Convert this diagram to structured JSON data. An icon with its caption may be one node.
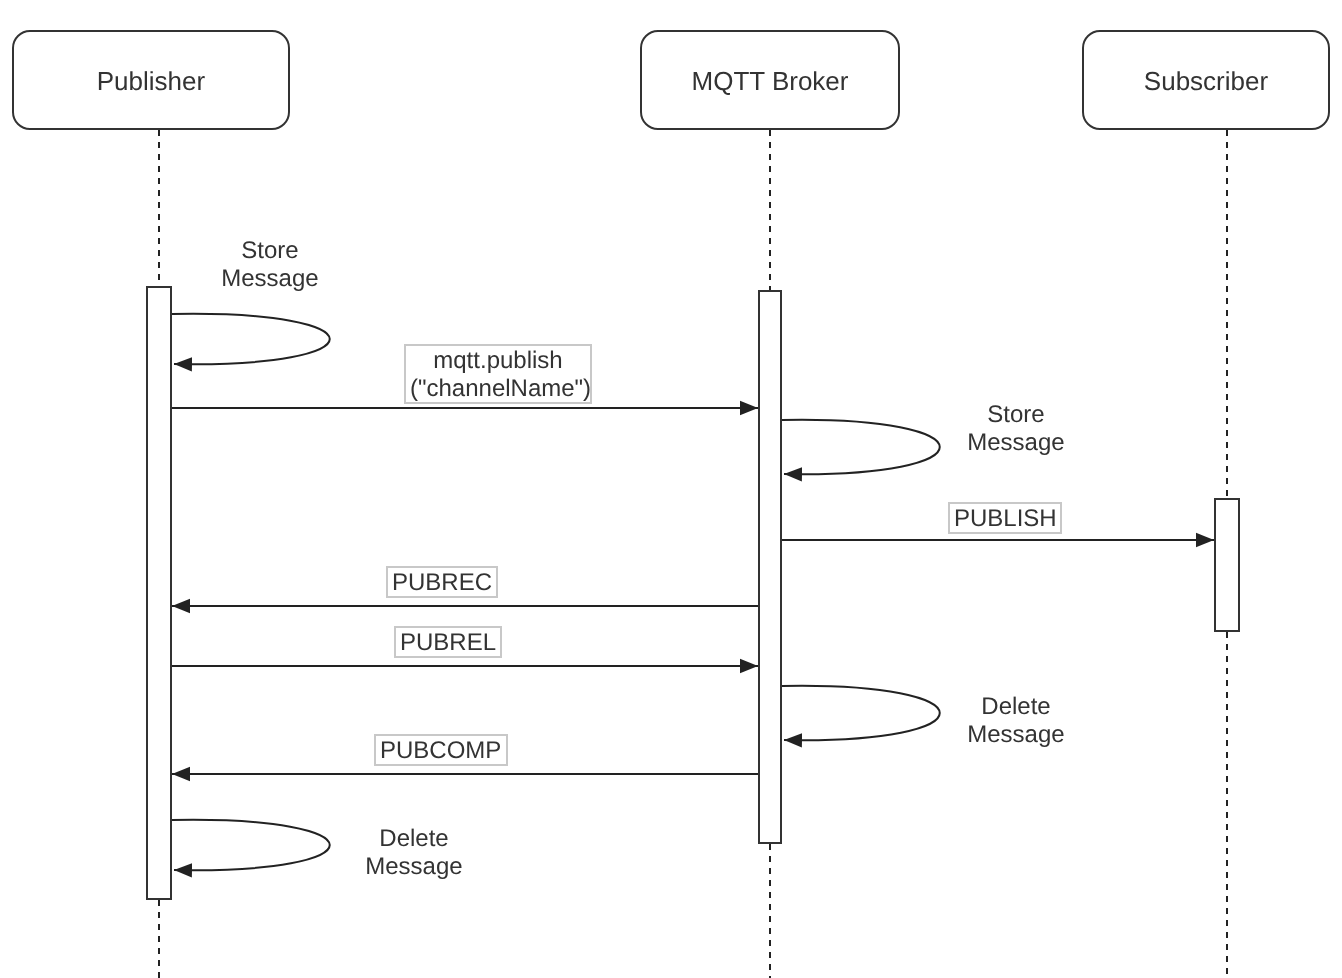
{
  "diagram": {
    "nodes": [
      {
        "text": [
          "Publisher"
        ]
      },
      {
        "text": [
          "MQTT Broker"
        ]
      },
      {
        "text": [
          "Subscriber"
        ]
      },
      {
        "text": [],
        "shape": "bar"
      },
      {
        "text": [],
        "shape": "bar"
      },
      {
        "text": [],
        "shape": "bar"
      }
    ],
    "edges": [
      {
        "from": 0,
        "to": 3,
        "arrow": "none",
        "style": "dashed"
      },
      {
        "from": 1,
        "to": 4,
        "arrow": "none",
        "style": "dashed"
      },
      {
        "from": 2,
        "to": 5,
        "arrow": "none",
        "style": "dashed"
      },
      {
        "from": 3,
        "to": 3,
        "arrow": "to",
        "label": "Store Message"
      },
      {
        "from": 3,
        "to": 4,
        "arrow": "to",
        "label": "mqtt.publish (\"channelName\")"
      },
      {
        "from": 4,
        "to": 4,
        "arrow": "to",
        "label": "Store Message"
      },
      {
        "from": 4,
        "to": 5,
        "arrow": "to",
        "label": "PUBLISH"
      },
      {
        "from": 4,
        "to": 3,
        "arrow": "to",
        "label": "PUBREC"
      },
      {
        "from": 3,
        "to": 4,
        "arrow": "to",
        "label": "PUBREL"
      },
      {
        "from": 4,
        "to": 4,
        "arrow": "to",
        "label": "Delete Message"
      },
      {
        "from": 4,
        "to": 3,
        "arrow": "to",
        "label": "PUBCOMP"
      },
      {
        "from": 3,
        "to": 3,
        "arrow": "to",
        "label": "Delete Message"
      }
    ]
  }
}
